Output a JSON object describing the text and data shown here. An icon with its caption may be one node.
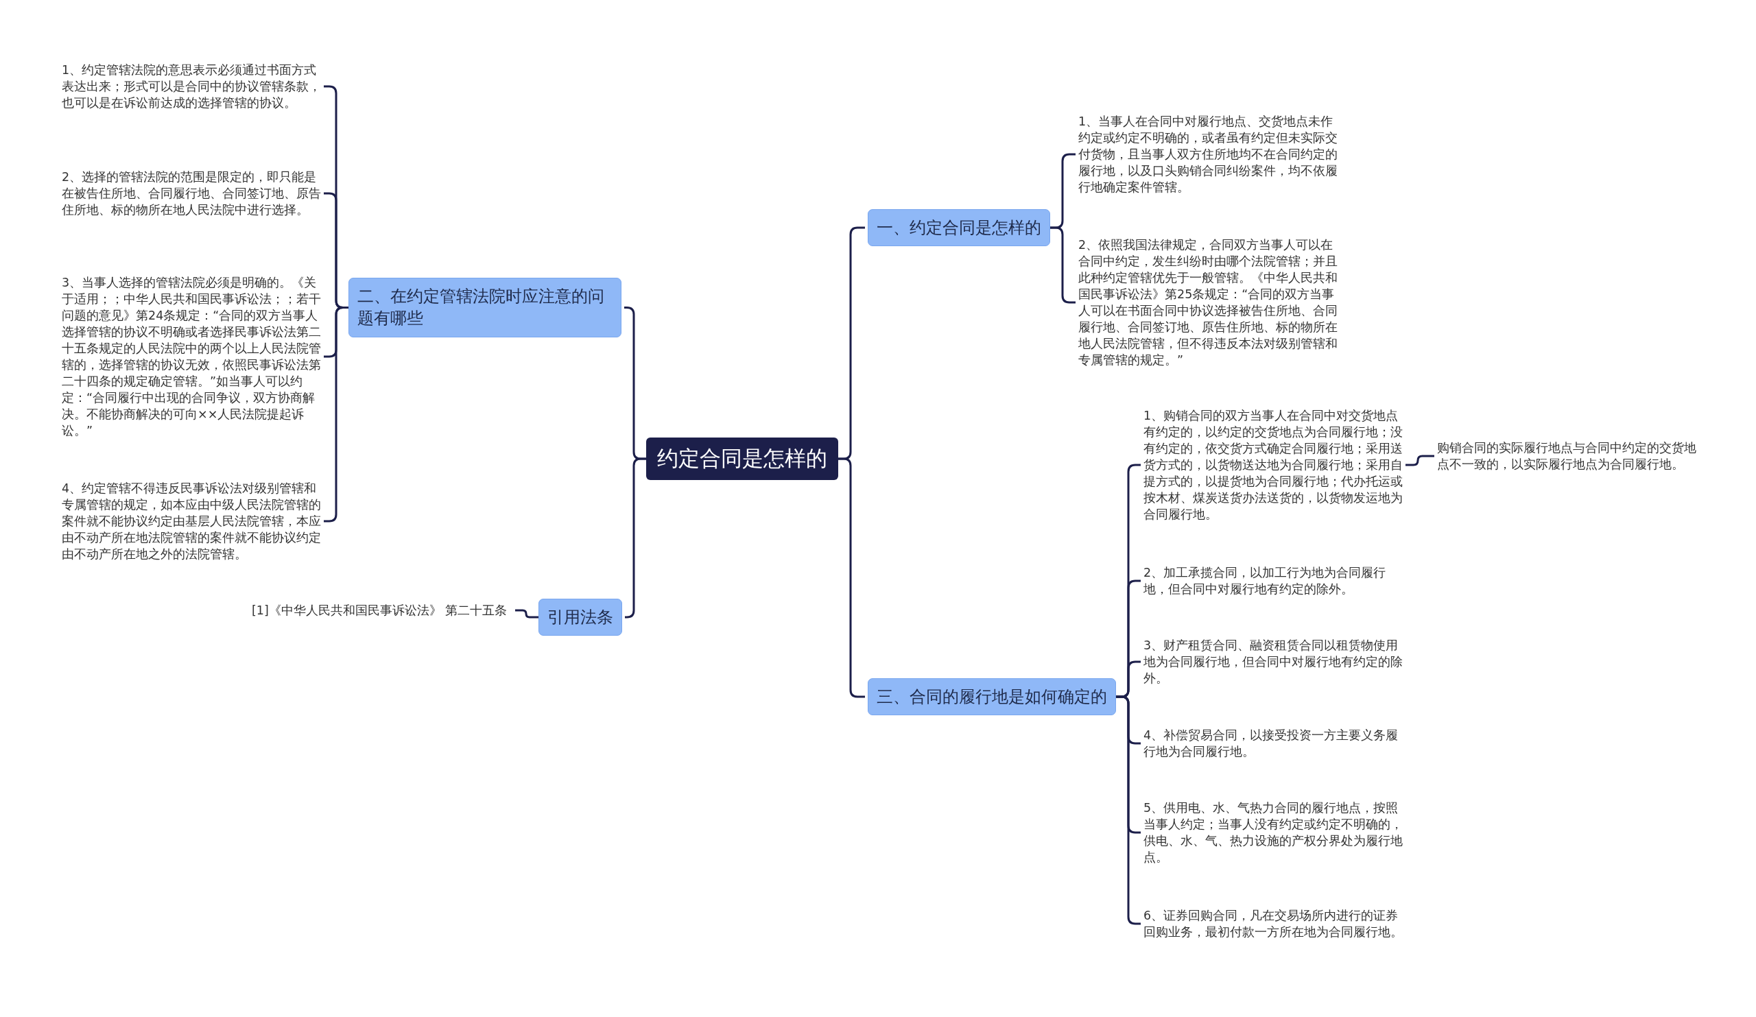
{
  "diagram": {
    "nodes": [
      {
        "text": [
          "约定合同是怎样的"
        ]
      },
      {
        "text": [
          "一、约定合同是怎样的"
        ]
      },
      {
        "text": [
          "1、当事人在合同中对履行地点、交货地点未作约定或约定不明确的，或者虽有约定但未实际交付货物，且当事人双方住所地均不在合同约定的履行地，以及口头购销合同纠纷案件，均不依履行地确定案件管辖。"
        ]
      },
      {
        "text": [
          "2、依照我国法律规定，合同双方当事人可以在合同中约定，发生纠纷时由哪个法院管辖；并且此种约定管辖优先于一般管辖。《中华人民共和国民事诉讼法》第25条规定：“合同的双方当事人可以在书面合同中协议选择被告住所地、合同履行地、合同签订地、原告住所地、标的物所在地人民法院管辖，但不得违反本法对级别管辖和专属管辖的规定。”"
        ]
      },
      {
        "text": [
          "二、在约定管辖法院时应注意的问题有哪些"
        ]
      },
      {
        "text": [
          "1、约定管辖法院的意思表示必须通过书面方式表达出来；形式可以是合同中的协议管辖条款，也可以是在诉讼前达成的选择管辖的协议。"
        ]
      },
      {
        "text": [
          "2、选择的管辖法院的范围是限定的，即只能是在被告住所地、合同履行地、合同签订地、原告住所地、标的物所在地人民法院中进行选择。"
        ]
      },
      {
        "text": [
          "3、当事人选择的管辖法院必须是明确的。《关于适用；；中华人民共和国民事诉讼法；；若干问题的意见》第24条规定：“合同的双方当事人选择管辖的协议不明确或者选择民事诉讼法第二十五条规定的人民法院中的两个以上人民法院管辖的，选择管辖的协议无效，依照民事诉讼法第二十四条的规定确定管辖。”如当事人可以约定：“合同履行中出现的合同争议，双方协商解决。不能协商解决的可向××人民法院提起诉讼。”"
        ]
      },
      {
        "text": [
          "4、约定管辖不得违反民事诉讼法对级别管辖和专属管辖的规定，如本应由中级人民法院管辖的案件就不能协议约定由基层人民法院管辖，本应由不动产所在地法院管辖的案件就不能协议约定由不动产所在地之外的法院管辖。"
        ]
      },
      {
        "text": [
          "引用法条"
        ]
      },
      {
        "text": [
          "[1]《中华人民共和国民事诉讼法》 第二十五条"
        ]
      },
      {
        "text": [
          "三、合同的履行地是如何确定的"
        ]
      },
      {
        "text": [
          "1、购销合同的双方当事人在合同中对交货地点有约定的，以约定的交货地点为合同履行地；没有约定的，依交货方式确定合同履行地；采用送货方式的，以货物送达地为合同履行地；采用自提方式的，以提货地为合同履行地；代办托运或按木材、煤炭送货办法送货的，以货物发运地为合同履行地。"
        ]
      },
      {
        "text": [
          "购销合同的实际履行地点与合同中约定的交货地点不一致的，以实际履行地点为合同履行地。"
        ]
      },
      {
        "text": [
          "2、加工承揽合同，以加工行为地为合同履行地，但合同中对履行地有约定的除外。"
        ]
      },
      {
        "text": [
          "3、财产租赁合同、融资租赁合同以租赁物使用地为合同履行地，但合同中对履行地有约定的除外。"
        ]
      },
      {
        "text": [
          "4、补偿贸易合同，以接受投资一方主要义务履行地为合同履行地。"
        ]
      },
      {
        "text": [
          "5、供用电、水、气热力合同的履行地点，按照当事人约定；当事人没有约定或约定不明确的，供电、水、气、热力设施的产权分界处为履行地点。"
        ]
      },
      {
        "text": [
          "6、证券回购合同，凡在交易场所内进行的证券回购业务，最初付款一方所在地为合同履行地。"
        ]
      }
    ],
    "edges": [
      {
        "from": 0,
        "to": 1,
        "arrow": "none"
      },
      {
        "from": 1,
        "to": 2,
        "arrow": "none"
      },
      {
        "from": 1,
        "to": 3,
        "arrow": "none"
      },
      {
        "from": 0,
        "to": 4,
        "arrow": "none"
      },
      {
        "from": 4,
        "to": 5,
        "arrow": "none"
      },
      {
        "from": 4,
        "to": 6,
        "arrow": "none"
      },
      {
        "from": 4,
        "to": 7,
        "arrow": "none"
      },
      {
        "from": 4,
        "to": 8,
        "arrow": "none"
      },
      {
        "from": 0,
        "to": 9,
        "arrow": "none"
      },
      {
        "from": 9,
        "to": 10,
        "arrow": "none"
      },
      {
        "from": 0,
        "to": 11,
        "arrow": "none"
      },
      {
        "from": 11,
        "to": 12,
        "arrow": "none"
      },
      {
        "from": 12,
        "to": 13,
        "arrow": "none"
      },
      {
        "from": 11,
        "to": 14,
        "arrow": "none"
      },
      {
        "from": 11,
        "to": 15,
        "arrow": "none"
      },
      {
        "from": 11,
        "to": 16,
        "arrow": "none"
      },
      {
        "from": 11,
        "to": 17,
        "arrow": "none"
      },
      {
        "from": 11,
        "to": 18,
        "arrow": "none"
      }
    ]
  }
}
